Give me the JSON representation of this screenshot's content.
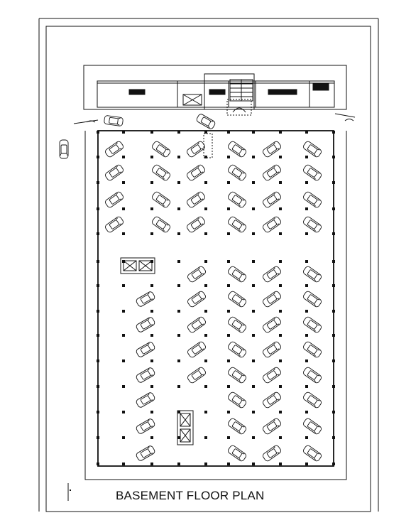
{
  "title": "BASEMENT FLOOR PLAN",
  "colors": {
    "line": "#111111",
    "background": "#ffffff",
    "hatch": "#333333"
  },
  "icons": [
    "car-icon",
    "column-icon",
    "lift-icon",
    "staircase-icon"
  ],
  "parking": {
    "upper_zone": {
      "column_x_positions": [
        1,
        2,
        3,
        4,
        5,
        6
      ],
      "rows": 4
    },
    "lower_zone_rows": 8
  }
}
